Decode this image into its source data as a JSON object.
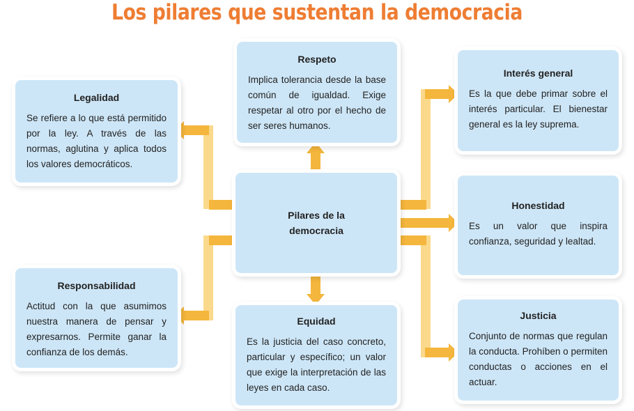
{
  "title": "Los pilares que sustentan la democracia",
  "center": {
    "line1": "Pilares de la",
    "line2": "democracia"
  },
  "pillars": [
    {
      "title": "Legalidad",
      "text": "Se refiere a lo que está permitido por la ley. A través de las normas, aglutina y aplica todos los valores democráticos."
    },
    {
      "title": "Respeto",
      "text": "Implica tolerancia desde la base común de igualdad. Exige respetar al otro por el hecho de ser seres humanos."
    },
    {
      "title": "Interés general",
      "text": "Es la que debe primar sobre el interés particular. El bienestar general es la ley suprema."
    },
    {
      "title": "Honestidad",
      "text": "Es un valor que inspira confianza, seguridad y lealtad."
    },
    {
      "title": "Responsabilidad",
      "text": "Actitud con la que asumimos nuestra manera de pensar y expresarnos. Permite ganar la confianza de los demás."
    },
    {
      "title": "Equidad",
      "text": "Es la justicia del caso concreto, particular y específico; un valor que exige la interpretación de las leyes en cada caso."
    },
    {
      "title": "Justicia",
      "text": "Conjunto de normas que regulan la conducta. Prohíben o permiten conductas o acciones en el actuar."
    }
  ],
  "colors": {
    "title": "#ee7d33",
    "box": "#cde6f7",
    "arrow": "#f4b63c",
    "arrow_light": "#fbd98c"
  }
}
